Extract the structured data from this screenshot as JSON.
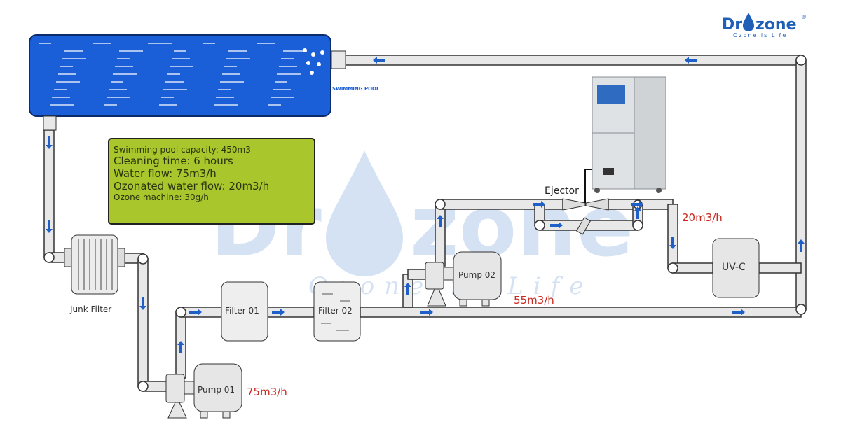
{
  "logo": {
    "text": "Dr zone",
    "tagline": "Ozone is Life",
    "color": "#1f5fb8"
  },
  "watermark": {
    "text": "Dr zone",
    "tagline": "Ozone is Life"
  },
  "pool": {
    "label": "SWIMMING POOL",
    "color": "#1b5fd8"
  },
  "info_box": {
    "lines": [
      "Swimming pool capacity: 450m3",
      "Cleaning time: 6 hours",
      "Water flow: 75m3/h",
      "Ozonated water flow: 20m3/h",
      "Ozone machine: 30g/h"
    ],
    "color": "#a9c62c"
  },
  "components": {
    "junk_filter": "Junk Filter",
    "filter1": "Filter 01",
    "filter2": "Filter 02",
    "pump1": "Pump 01",
    "pump2": "Pump 02",
    "ejector": "Ejector",
    "uvc": "UV-C"
  },
  "flows": {
    "main": "75m3/h",
    "bypass": "55m3/h",
    "ozonated": "20m3/h",
    "color": "#c8281e"
  },
  "arrow_color": "#1f5fc8"
}
